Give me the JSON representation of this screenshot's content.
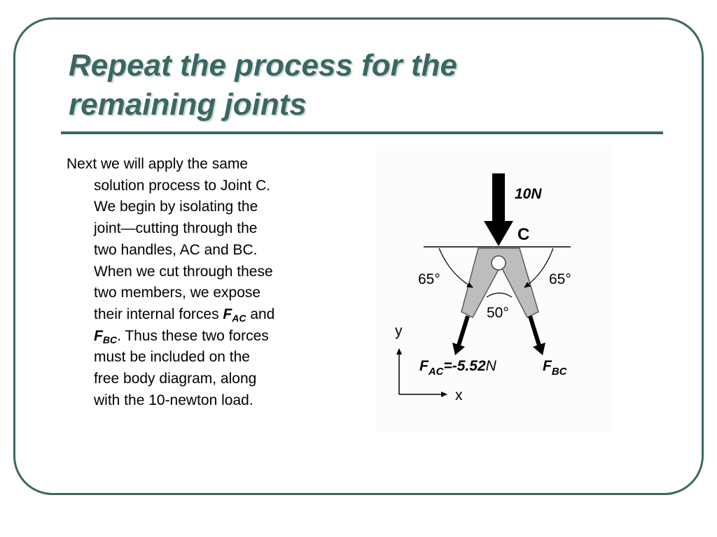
{
  "slide": {
    "title_lines": [
      "Repeat the process for the",
      "remaining joints"
    ],
    "body": {
      "l1": "Next we will apply the same",
      "l2": "solution process to Joint C.",
      "l3": "We begin by isolating the",
      "l4": "joint—cutting through the",
      "l5": "two handles, AC and BC.",
      "l6": "When we cut through these",
      "l7": "two members, we expose",
      "l8_pre": "their internal forces ",
      "l8_post": " and",
      "l9_post": ". Thus these two forces",
      "l10": "must be included on the",
      "l11": "free body diagram, along",
      "l12": "with the 10-newton load.",
      "f_sym": "F",
      "sub_ac": "AC",
      "sub_bc": "BC"
    }
  },
  "diagram": {
    "load_label": "10N",
    "joint_label": "C",
    "angle_left": "65°",
    "angle_right": "65°",
    "angle_between": "50°",
    "fac_f": "F",
    "fac_sub": "AC",
    "fac_value": "=-5.52",
    "fac_unit": "N",
    "fbc_f": "F",
    "fbc_sub": "BC",
    "axis_y": "y",
    "axis_x": "x"
  },
  "colors": {
    "accent": "#3b6764",
    "title": "#3a6763",
    "member_fill": "#bdbdbd"
  }
}
